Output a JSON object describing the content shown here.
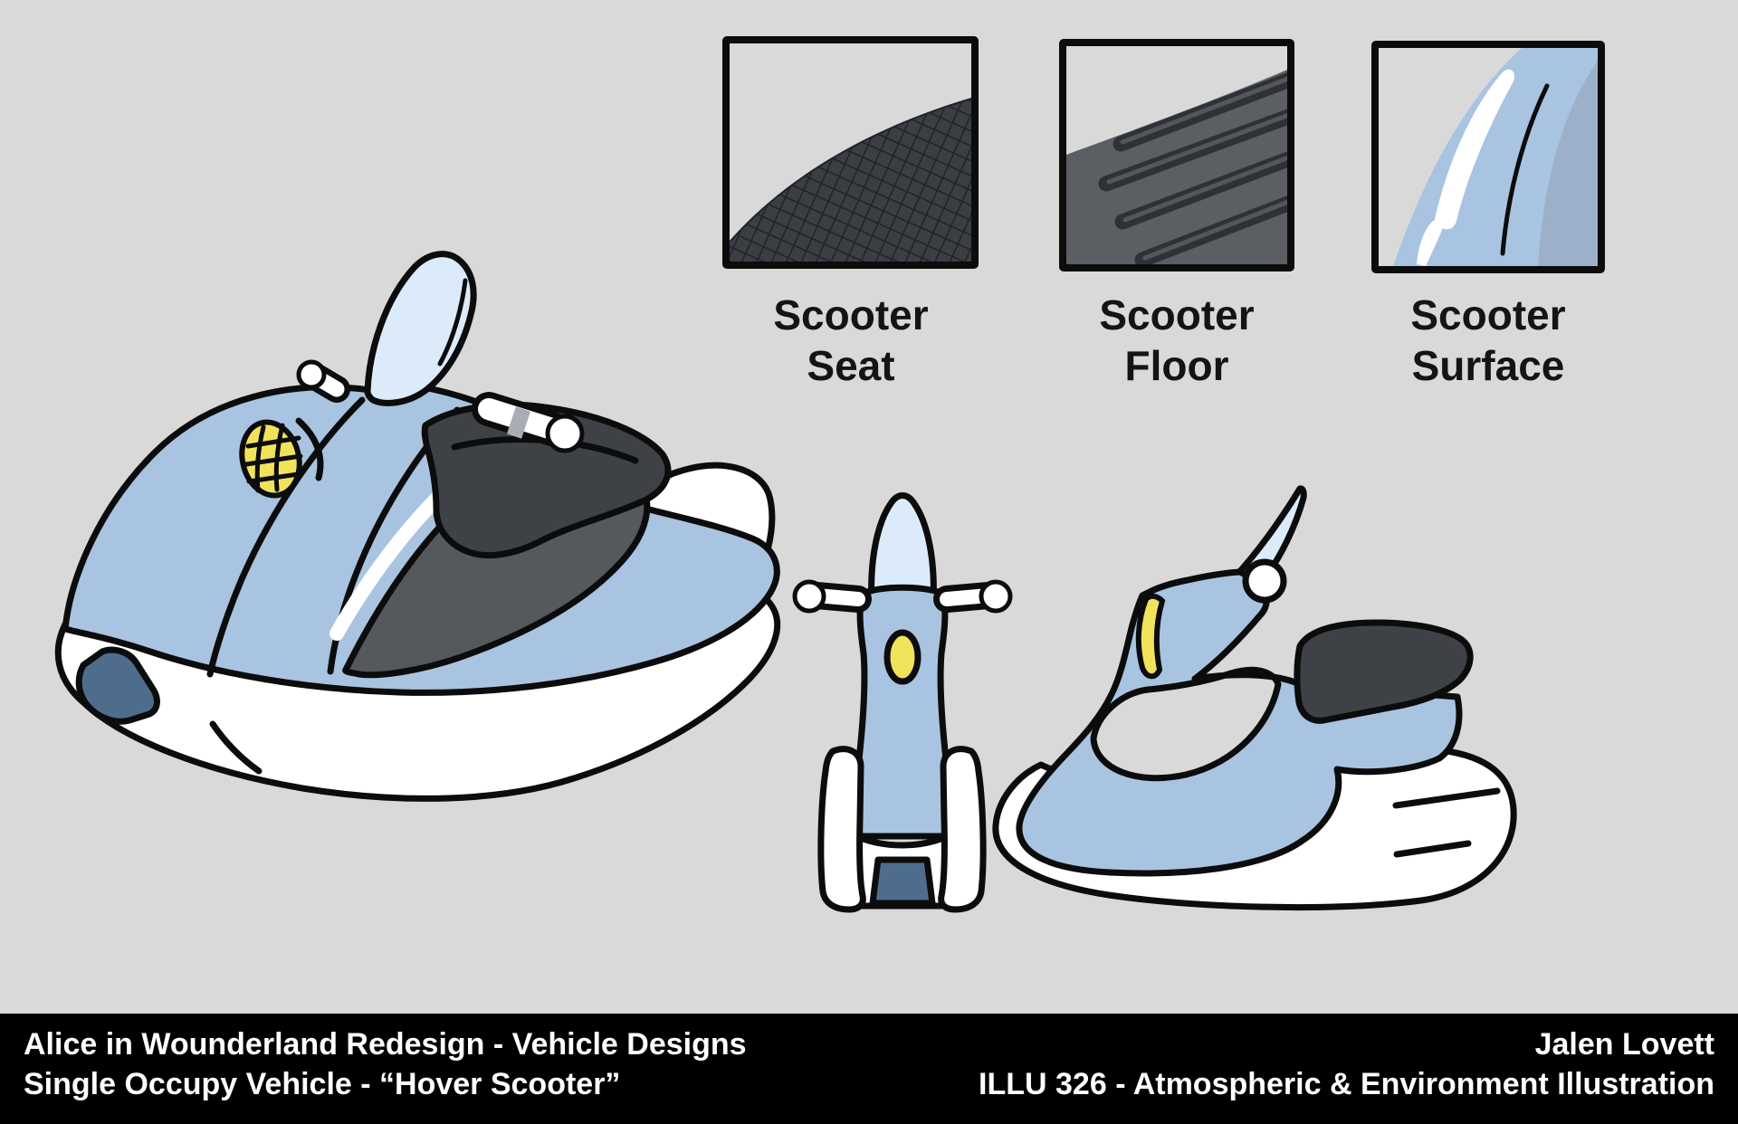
{
  "canvas": {
    "background": "#d9d9d9"
  },
  "colors": {
    "bg": "#d9d9d9",
    "ink": "#0c0c0c",
    "body_blue": "#a9c4e1",
    "windshield_blue": "#dcebfa",
    "seat_gray": "#3e4247",
    "floor_gray": "#55585d",
    "swatch_floor_gray": "#5b5f64",
    "groove_dark": "#2e3237",
    "groove_light": "#53575c",
    "accent_yellow": "#f0e35c",
    "vent_slate": "#4e6d8d",
    "white": "#ffffff",
    "footer_bg": "#000000",
    "footer_text": "#ffffff",
    "label_text": "#141414",
    "surface_shade_blue": "#9cb0ca",
    "mesh_dark": "#3b3f44",
    "mesh_line": "#212429",
    "grip_gray": "#a8adb3"
  },
  "swatches": [
    {
      "line1": "Scooter",
      "line2": "Seat",
      "texture": "crosshatch-mesh"
    },
    {
      "line1": "Scooter",
      "line2": "Floor",
      "texture": "grooved-tread"
    },
    {
      "line1": "Scooter",
      "line2": "Surface",
      "texture": "glossy-blue"
    }
  ],
  "views": [
    {
      "id": "three-quarter-view"
    },
    {
      "id": "front-view"
    },
    {
      "id": "side-view"
    }
  ],
  "footer": {
    "left_line1": "Alice in Wounderland Redesign - Vehicle Designs",
    "left_line2": "Single Occupy Vehicle - “Hover Scooter”",
    "right_line1": "Jalen Lovett",
    "right_line2": "ILLU 326 - Atmospheric & Environment Illustration"
  }
}
